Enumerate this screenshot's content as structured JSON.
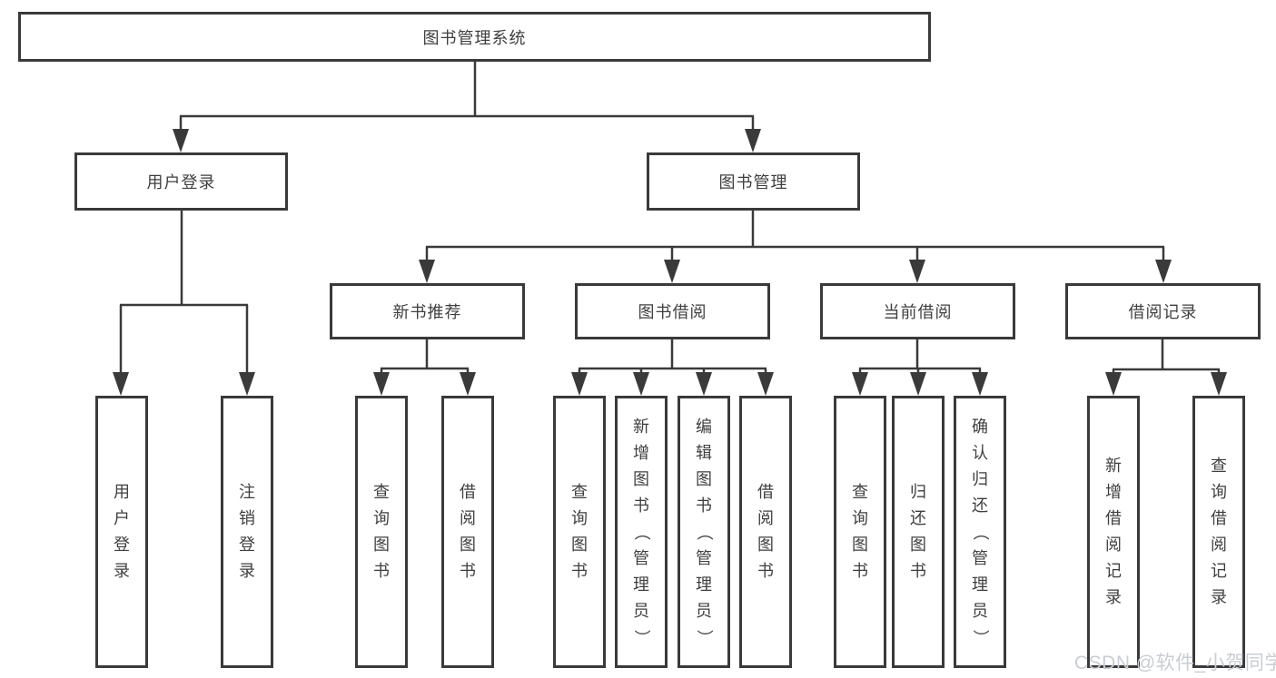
{
  "tree": {
    "label": "图书管理系统",
    "children": [
      {
        "label": "用户登录",
        "children": [
          {
            "label": "用户登录"
          },
          {
            "label": "注销登录"
          }
        ]
      },
      {
        "label": "图书管理",
        "children": [
          {
            "label": "新书推荐",
            "children": [
              {
                "label": "查询图书"
              },
              {
                "label": "借阅图书"
              }
            ]
          },
          {
            "label": "图书借阅",
            "children": [
              {
                "label": "查询图书"
              },
              {
                "label": "新增图书（管理员）"
              },
              {
                "label": "编辑图书（管理员）"
              },
              {
                "label": "借阅图书"
              }
            ]
          },
          {
            "label": "当前借阅",
            "children": [
              {
                "label": "查询图书"
              },
              {
                "label": "归还图书"
              },
              {
                "label": "确认归还（管理员）"
              }
            ]
          },
          {
            "label": "借阅记录",
            "children": [
              {
                "label": "新增借阅记录"
              },
              {
                "label": "查询借阅记录"
              }
            ]
          }
        ]
      }
    ]
  },
  "watermark": {
    "text": "CSDN @软件_小贺同学"
  },
  "colors": {
    "line": "#3a3a3a",
    "box_border": "#3a3a3a",
    "box_fill": "#ffffff",
    "text": "#3f3f3f",
    "watermark": "#c9cdd4",
    "background": "#ffffff"
  }
}
